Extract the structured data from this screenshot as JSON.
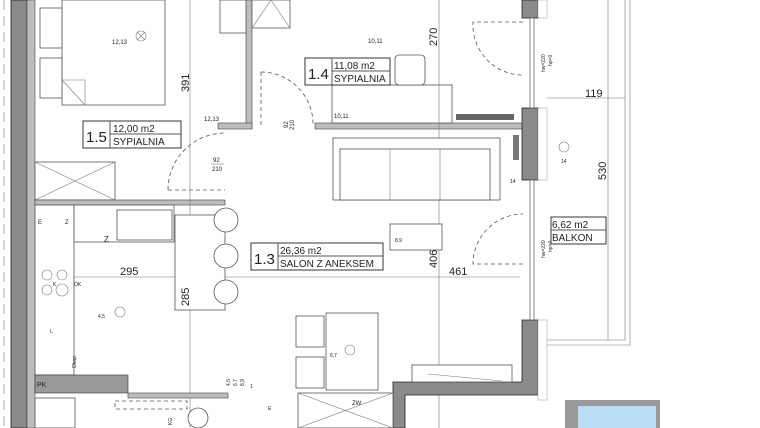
{
  "rooms": [
    {
      "number": "1.5",
      "area": "12,00 m2",
      "name": "SYPIALNIA"
    },
    {
      "number": "1.4",
      "area": "11,08 m2",
      "name": "SYPIALNIA"
    },
    {
      "number": "1.3",
      "area": "26,36 m2",
      "name": "SALON Z ANEKSEM"
    },
    {
      "number": "",
      "area": "6,62 m2",
      "name": "BALKON"
    }
  ],
  "dimensions": {
    "d391": "391",
    "d270": "270",
    "d119": "119",
    "d530": "530",
    "d295": "295",
    "d285": "285",
    "d406": "406",
    "d461": "461"
  },
  "doors": {
    "bed15": {
      "w": "92",
      "h": "210"
    },
    "bed14": {
      "w": "92",
      "h": "210"
    },
    "window1": "hw=220",
    "window1b": "hp=0",
    "window2": "hw=220",
    "window2b": "hp=0"
  },
  "fixture_labels": {
    "l1": "12,13",
    "l2": "12,13",
    "l3": "10,11",
    "l4": "10,11",
    "l5": "14",
    "l6": "14",
    "l7": "8,9",
    "l8": "4,5",
    "l9": "6,7",
    "l10": "4,5",
    "l11": "6,7",
    "l12": "8,9",
    "l13": "1",
    "e1": "E",
    "z1": "Z",
    "z2": "Z",
    "k": "K",
    "ok": "OK",
    "l": "L",
    "okap": "Okap",
    "pk": "PK",
    "kg": "KG",
    "zw": "ZW",
    "e2": "E"
  },
  "colors": {
    "wall": "#8a8a8a",
    "glass": "#b9dcf5"
  }
}
